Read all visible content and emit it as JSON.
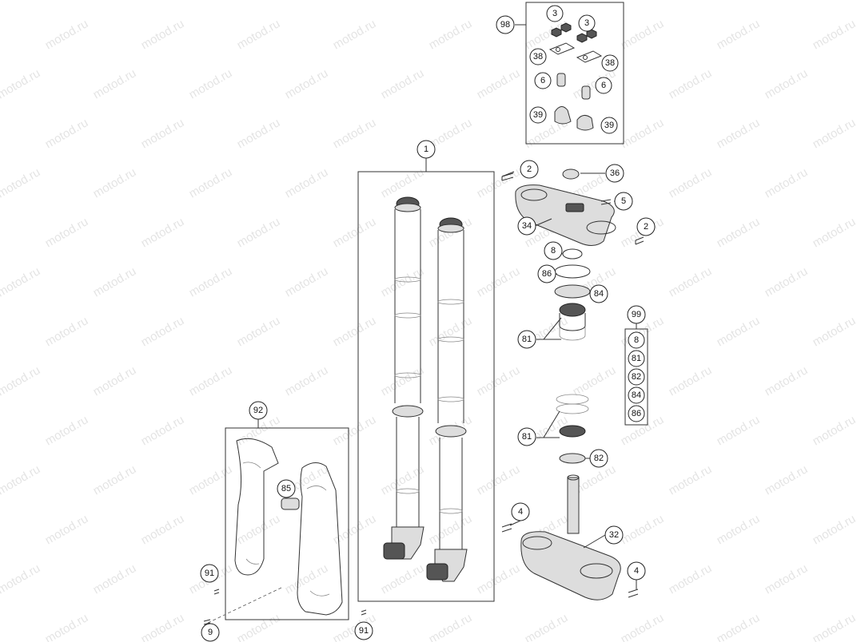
{
  "watermark_text": "motod.ru",
  "callouts": {
    "c1": "1",
    "c2a": "2",
    "c2b": "2",
    "c3a": "3",
    "c3b": "3",
    "c4a": "4",
    "c4b": "4",
    "c5": "5",
    "c6a": "6",
    "c6b": "6",
    "c8a": "8",
    "c8b": "8",
    "c9": "9",
    "c32": "32",
    "c34": "34",
    "c36": "36",
    "c38a": "38",
    "c38b": "38",
    "c39a": "39",
    "c39b": "39",
    "c81a": "81",
    "c81b": "81",
    "c81c": "81",
    "c82a": "82",
    "c82b": "82",
    "c84a": "84",
    "c84b": "84",
    "c85": "85",
    "c86a": "86",
    "c86b": "86",
    "c91a": "91",
    "c91b": "91",
    "c92": "92",
    "c98": "98",
    "c99": "99"
  }
}
